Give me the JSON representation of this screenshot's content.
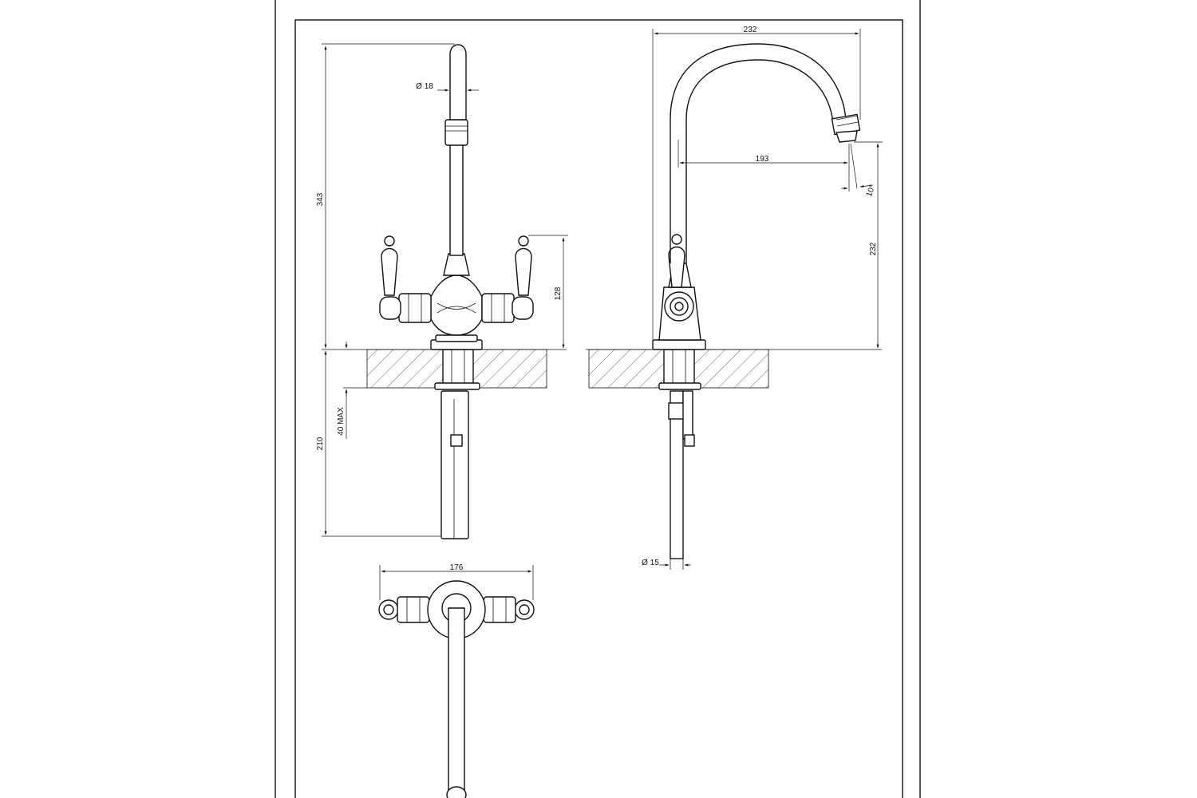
{
  "drawing": {
    "front_view": {
      "overall_height": "343",
      "spout_diameter": "Ø 18",
      "handle_height": "128",
      "below_deck": "210",
      "deck_thickness": "40 MAX"
    },
    "side_view": {
      "spout_reach_total": "232",
      "spout_reach": "193",
      "spout_angle": "10°",
      "spout_height": "232",
      "supply_diameter": "Ø 15"
    },
    "top_view": {
      "handle_span": "176"
    }
  }
}
